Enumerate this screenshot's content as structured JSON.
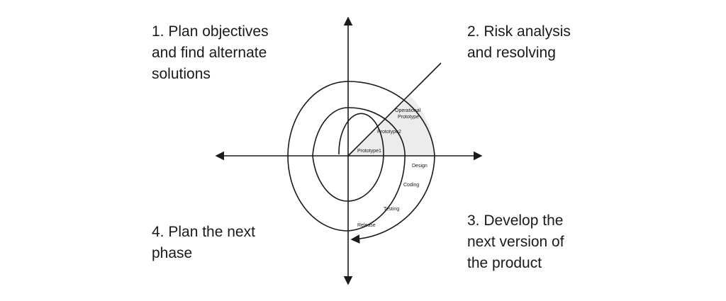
{
  "quadrants": {
    "q1": {
      "lines": [
        "1. Plan objectives",
        "and find alternate",
        "solutions"
      ]
    },
    "q2": {
      "lines": [
        "2. Risk analysis",
        "and resolving"
      ]
    },
    "q3": {
      "lines": [
        "3. Develop the",
        "next version of",
        "the product"
      ]
    },
    "q4": {
      "lines": [
        "4. Plan the next",
        "phase"
      ]
    }
  },
  "spiral_labels": {
    "prototype1": "Prototype1",
    "prototype2": "Prototype2",
    "operational_line1": "Operational",
    "operational_line2": "Prototype",
    "design": "Design",
    "coding": "Coding",
    "testing": "Testing",
    "release": "Release"
  },
  "colors": {
    "ink": "#1a1a1a",
    "shade": "#ececec"
  }
}
